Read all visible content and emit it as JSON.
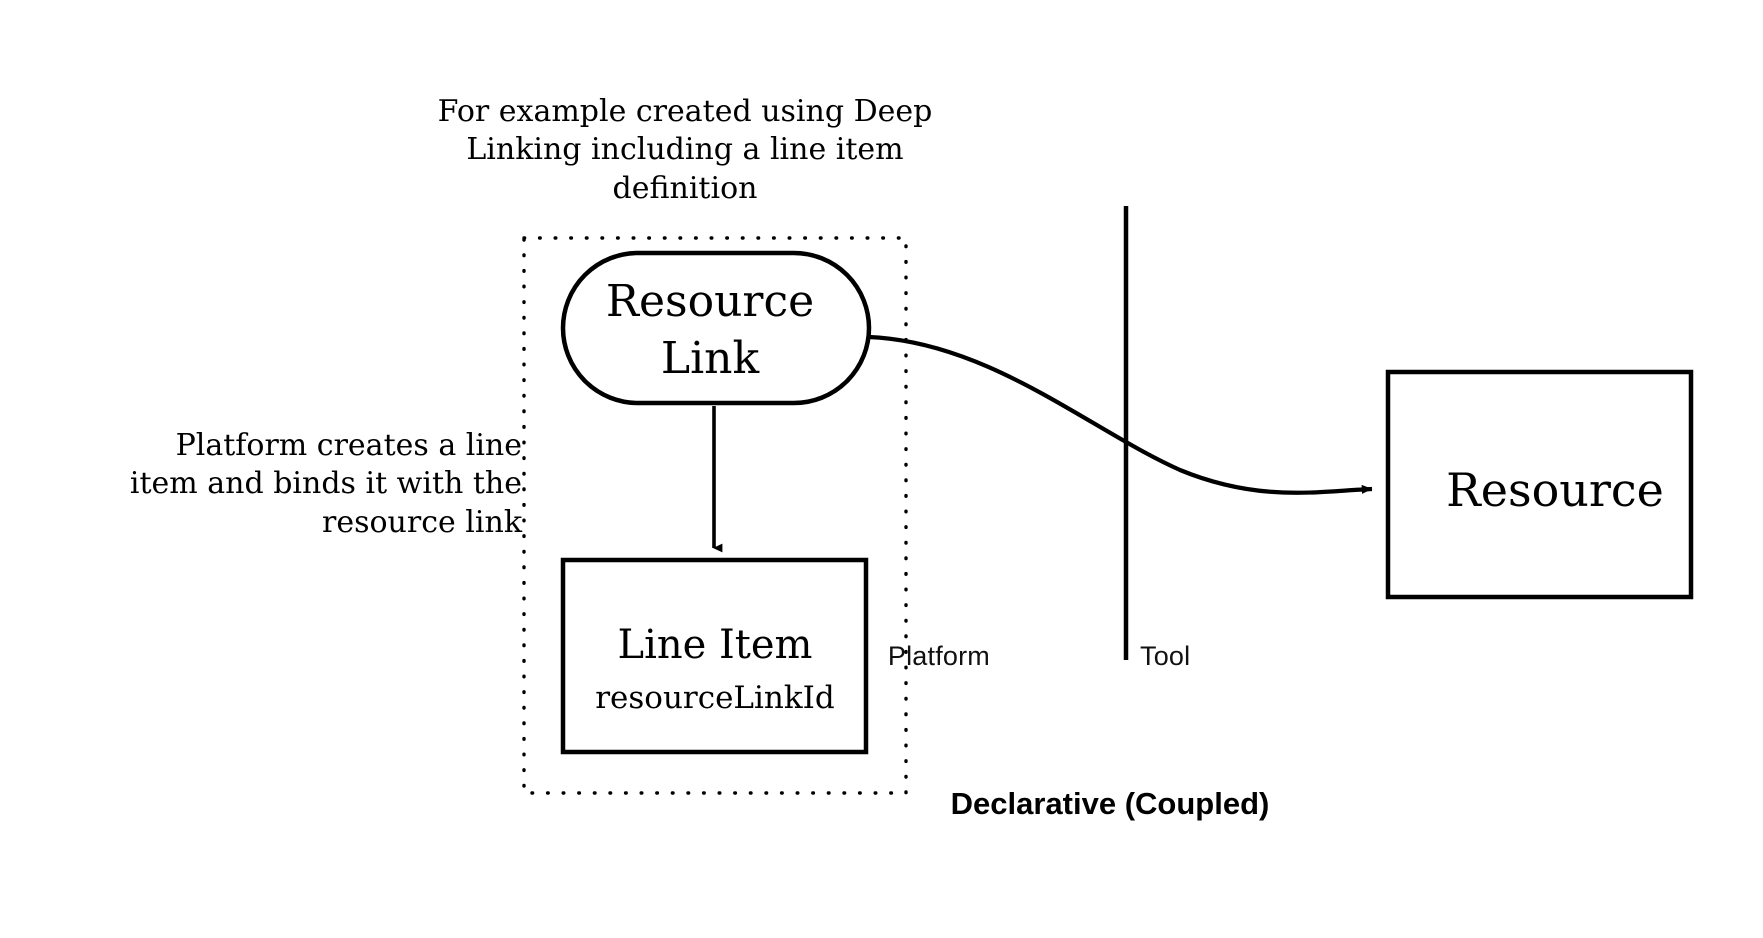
{
  "diagram": {
    "title": "Declarative (Coupled)",
    "background_color": "#ffffff",
    "stroke_color": "#000000",
    "notes": {
      "top": "For example created using Deep\nLinking including a line item\ndefinition",
      "left": "Platform creates a line\nitem and binds it with the\nresource link"
    },
    "boundary": {
      "style": "dotted",
      "name": "platform-group-boundary"
    },
    "nodes": {
      "resource_link": {
        "label": "Resource\nLink",
        "shape": "rounded-pill"
      },
      "line_item": {
        "label": "Line Item",
        "sublabel": "resourceLinkId",
        "shape": "rectangle"
      },
      "resource": {
        "label": "Resource",
        "shape": "rectangle"
      }
    },
    "divider": {
      "left_label": "Platform",
      "right_label": "Tool",
      "separator": "|"
    },
    "edges": {
      "resource_link_to_line_item": {
        "name": "binds-arrow",
        "style": "straight-down-arrow"
      },
      "resource_link_to_resource": {
        "name": "links-to-arrow",
        "style": "curved-arrow"
      }
    }
  }
}
